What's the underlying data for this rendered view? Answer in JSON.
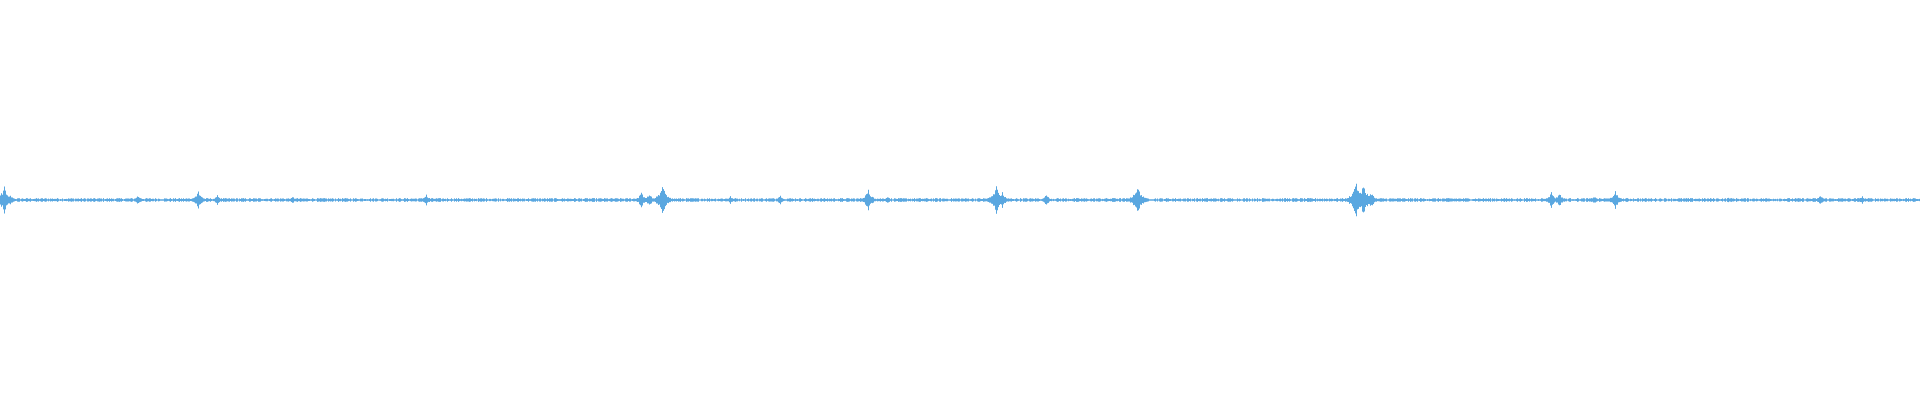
{
  "waveform": {
    "color": "#5aa7e0",
    "baseline_amplitude": 0.008,
    "peaks": [
      {
        "position": 0.002,
        "amplitude": 0.07
      },
      {
        "position": 0.005,
        "amplitude": 0.03
      },
      {
        "position": 0.072,
        "amplitude": 0.025
      },
      {
        "position": 0.103,
        "amplitude": 0.045
      },
      {
        "position": 0.113,
        "amplitude": 0.03
      },
      {
        "position": 0.152,
        "amplitude": 0.02
      },
      {
        "position": 0.222,
        "amplitude": 0.03
      },
      {
        "position": 0.334,
        "amplitude": 0.04
      },
      {
        "position": 0.338,
        "amplitude": 0.035
      },
      {
        "position": 0.345,
        "amplitude": 0.075
      },
      {
        "position": 0.38,
        "amplitude": 0.02
      },
      {
        "position": 0.406,
        "amplitude": 0.025
      },
      {
        "position": 0.452,
        "amplitude": 0.055
      },
      {
        "position": 0.462,
        "amplitude": 0.02
      },
      {
        "position": 0.519,
        "amplitude": 0.07
      },
      {
        "position": 0.522,
        "amplitude": 0.04
      },
      {
        "position": 0.545,
        "amplitude": 0.03
      },
      {
        "position": 0.58,
        "amplitude": 0.015
      },
      {
        "position": 0.592,
        "amplitude": 0.075
      },
      {
        "position": 0.706,
        "amplitude": 0.09
      },
      {
        "position": 0.71,
        "amplitude": 0.08
      },
      {
        "position": 0.714,
        "amplitude": 0.04
      },
      {
        "position": 0.808,
        "amplitude": 0.04
      },
      {
        "position": 0.812,
        "amplitude": 0.035
      },
      {
        "position": 0.83,
        "amplitude": 0.02
      },
      {
        "position": 0.841,
        "amplitude": 0.045
      },
      {
        "position": 0.9,
        "amplitude": 0.015
      },
      {
        "position": 0.948,
        "amplitude": 0.025
      },
      {
        "position": 0.97,
        "amplitude": 0.02
      }
    ]
  }
}
